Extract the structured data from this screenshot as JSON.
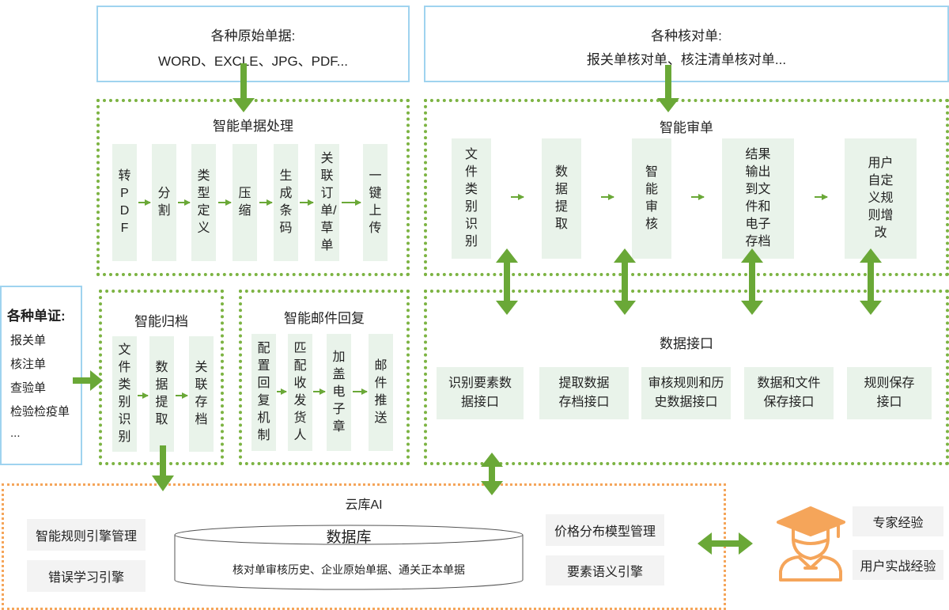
{
  "sources": {
    "title": "各种原始单据:",
    "formats": "WORD、EXCLE、JPG、PDF..."
  },
  "checklists": {
    "title": "各种核对单:",
    "items": "报关单核对单、核注清单核对单..."
  },
  "doc_processing": {
    "title": "智能单据处理",
    "steps": [
      "转PDF",
      "分割",
      "类型定义",
      "压缩",
      "生成条码",
      "关联订单/草单",
      "一键上传"
    ]
  },
  "audit": {
    "title": "智能审单",
    "steps": [
      "文件类别识别",
      "数据提取",
      "智能审核",
      "结果输出到文件和电子存档",
      "用户自定义规则增改"
    ]
  },
  "side_docs": {
    "title": "各种单证:",
    "items": [
      "报关单",
      "核注单",
      "查验单",
      "检验检疫单",
      "..."
    ]
  },
  "archive": {
    "title": "智能归档",
    "steps": [
      "文件类别识别",
      "数据提取",
      "关联存档"
    ]
  },
  "mail_reply": {
    "title": "智能邮件回复",
    "steps": [
      "配置回复机制",
      "匹配收发货人",
      "加盖电子章",
      "邮件推送"
    ]
  },
  "data_api": {
    "title": "数据接口",
    "items": [
      "识别要素数据接口",
      "提取数据存档接口",
      "审核规则和历史数据接口",
      "数据和文件保存接口",
      "规则保存接口"
    ]
  },
  "cloud_ai": {
    "title": "云库AI",
    "left_items": [
      "智能规则引擎管理",
      "错误学习引擎"
    ],
    "database_title": "数据库",
    "database_desc": "核对单审核历史、企业原始单据、通关正本单据",
    "right_items": [
      "价格分布模型管理",
      "要素语义引擎"
    ]
  },
  "experience": {
    "icon": "expert-graduate-icon",
    "items": [
      "专家经验",
      "用户实战经验"
    ]
  },
  "colors": {
    "green_arrow": "#6aa837",
    "orange_arrow": "#f5a55a",
    "blue_border": "#9fd3ef"
  }
}
